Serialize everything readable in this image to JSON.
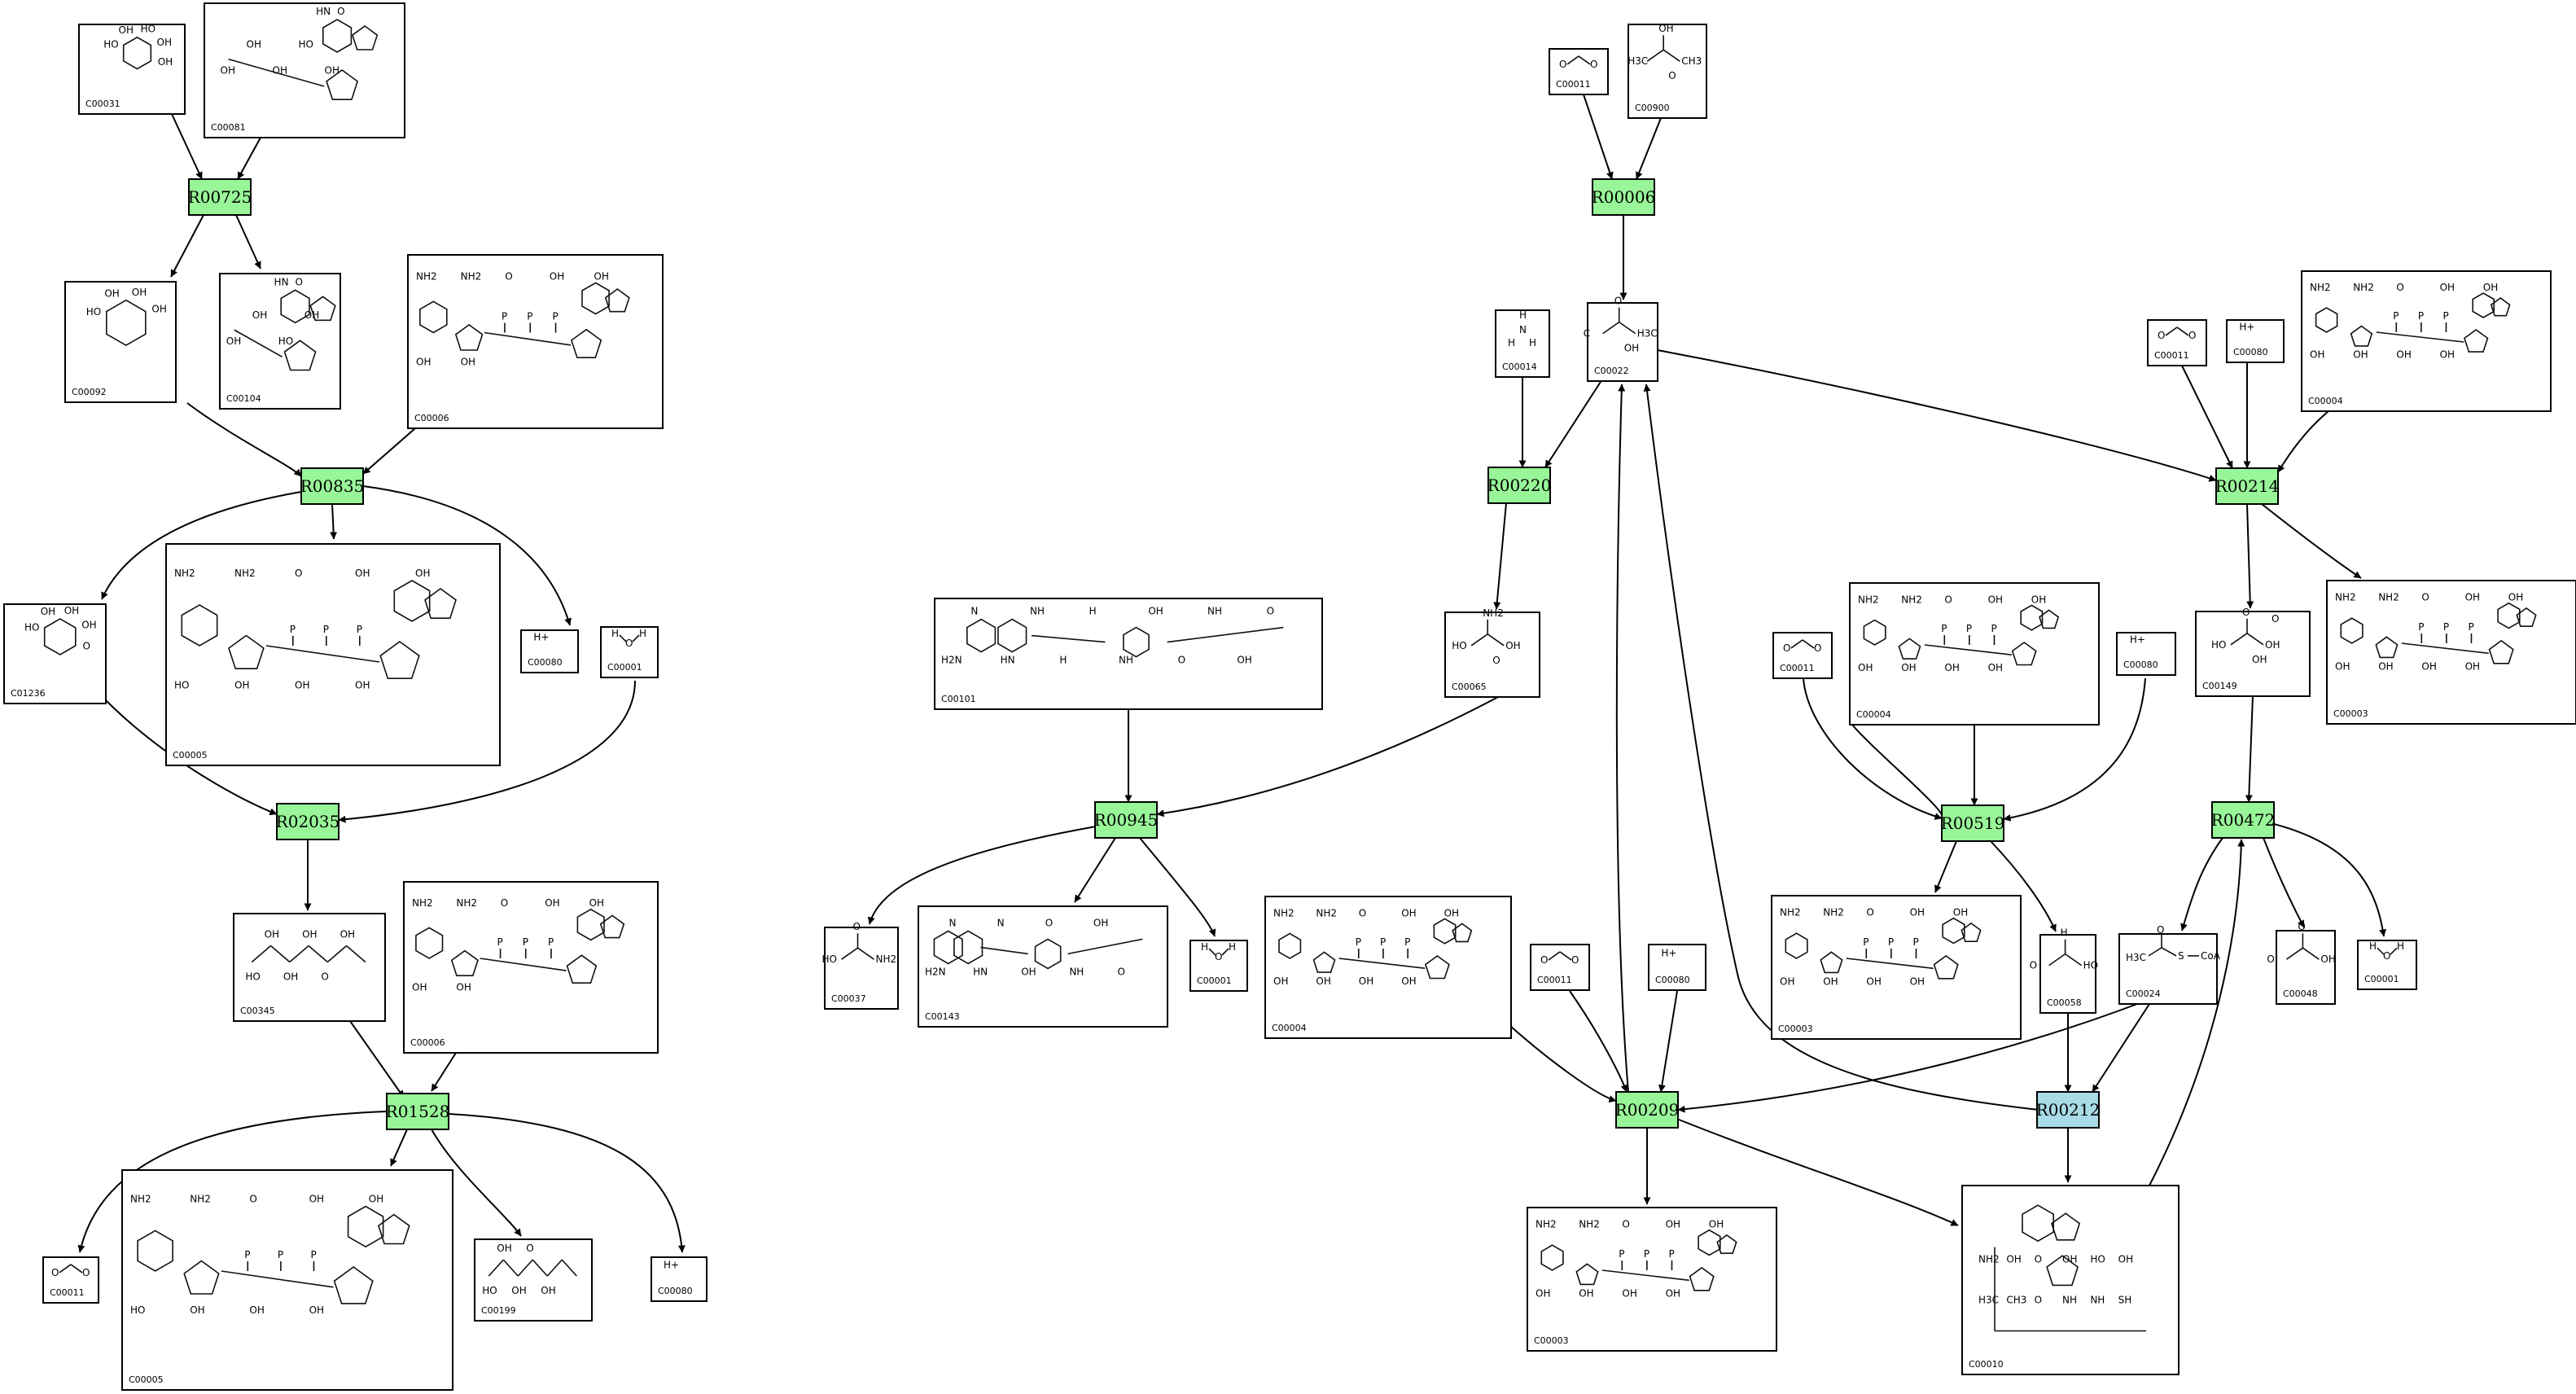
{
  "colors": {
    "reaction_fill": "#98f598",
    "reaction_alt_fill": "#a8dbe6",
    "box_stroke": "#000000",
    "edge": "#000000"
  },
  "reactions": [
    {
      "id": "R00725",
      "color": "green"
    },
    {
      "id": "R00835",
      "color": "green"
    },
    {
      "id": "R02035",
      "color": "green"
    },
    {
      "id": "R01528",
      "color": "green"
    },
    {
      "id": "R00006",
      "color": "green"
    },
    {
      "id": "R00220",
      "color": "green"
    },
    {
      "id": "R00945",
      "color": "green"
    },
    {
      "id": "R00209",
      "color": "green"
    },
    {
      "id": "R00214",
      "color": "green"
    },
    {
      "id": "R00519",
      "color": "green"
    },
    {
      "id": "R00472",
      "color": "green"
    },
    {
      "id": "R00212",
      "color": "blue"
    }
  ],
  "compounds": [
    {
      "key": "c31",
      "label": "C00031",
      "structure": "sugar",
      "atoms": [
        "HO",
        "OH",
        "HO",
        "OH",
        "OH"
      ]
    },
    {
      "key": "c81",
      "label": "C00081",
      "structure": "nucleotide",
      "atoms": [
        "HN",
        "O",
        "OH",
        "OH",
        "OH",
        "HO",
        "OH"
      ]
    },
    {
      "key": "c92",
      "label": "C00092",
      "structure": "sugar",
      "atoms": [
        "HO",
        "OH",
        "OH",
        "OH"
      ]
    },
    {
      "key": "c104",
      "label": "C00104",
      "structure": "nucleotide",
      "atoms": [
        "HN",
        "O",
        "OH",
        "OH",
        "HO",
        "OH"
      ]
    },
    {
      "key": "c6a",
      "label": "C00006",
      "structure": "big",
      "atoms": [
        "NH2",
        "NH2",
        "O",
        "OH",
        "OH",
        "OH",
        "OH"
      ]
    },
    {
      "key": "c1236",
      "label": "C01236",
      "structure": "sugar",
      "atoms": [
        "HO",
        "OH",
        "OH",
        "OH",
        "O"
      ]
    },
    {
      "key": "c5a",
      "label": "C00005",
      "structure": "big",
      "atoms": [
        "NH2",
        "NH2",
        "O",
        "OH",
        "OH",
        "HO",
        "OH",
        "OH",
        "OH"
      ]
    },
    {
      "key": "c80a",
      "label": "C00080",
      "structure": "text",
      "atoms": [
        "H+"
      ]
    },
    {
      "key": "c1a",
      "label": "C00001",
      "structure": "water",
      "atoms": [
        "H",
        "O",
        "H"
      ]
    },
    {
      "key": "c345",
      "label": "C00345",
      "structure": "chain",
      "atoms": [
        "HO",
        "OH",
        "OH",
        "OH",
        "O",
        "OH"
      ]
    },
    {
      "key": "c6b",
      "label": "C00006",
      "structure": "big",
      "atoms": [
        "NH2",
        "NH2",
        "O",
        "OH",
        "OH",
        "OH",
        "OH"
      ]
    },
    {
      "key": "c11a",
      "label": "C00011",
      "structure": "co2",
      "atoms": [
        "O",
        "C",
        "O"
      ]
    },
    {
      "key": "c5b",
      "label": "C00005",
      "structure": "big",
      "atoms": [
        "NH2",
        "NH2",
        "O",
        "OH",
        "OH",
        "HO",
        "OH",
        "OH",
        "OH"
      ]
    },
    {
      "key": "c199",
      "label": "C00199",
      "structure": "chain",
      "atoms": [
        "HO",
        "OH",
        "OH",
        "O",
        "OH"
      ]
    },
    {
      "key": "c80b",
      "label": "C00080",
      "structure": "text",
      "atoms": [
        "H+"
      ]
    },
    {
      "key": "c11b",
      "label": "C00011",
      "structure": "co2",
      "atoms": [
        "O",
        "C",
        "O"
      ]
    },
    {
      "key": "c900",
      "label": "C00900",
      "structure": "small",
      "atoms": [
        "H3C",
        "CH3",
        "OH",
        "O"
      ]
    },
    {
      "key": "c14",
      "label": "C00014",
      "structure": "nh3",
      "atoms": [
        "H",
        "N",
        "H",
        "H"
      ]
    },
    {
      "key": "c22",
      "label": "C00022",
      "structure": "small",
      "atoms": [
        "C",
        "H3C",
        "O",
        "OH"
      ]
    },
    {
      "key": "c65",
      "label": "C00065",
      "structure": "small",
      "atoms": [
        "HO",
        "OH",
        "NH2",
        "O"
      ]
    },
    {
      "key": "c101",
      "label": "C00101",
      "structure": "folate",
      "atoms": [
        "H2N",
        "N",
        "HN",
        "NH",
        "H",
        "H",
        "NH",
        "OH",
        "O",
        "NH",
        "OH",
        "O"
      ]
    },
    {
      "key": "c37",
      "label": "C00037",
      "structure": "small",
      "atoms": [
        "HO",
        "NH2",
        "O"
      ]
    },
    {
      "key": "c143",
      "label": "C00143",
      "structure": "folate",
      "atoms": [
        "H2N",
        "N",
        "HN",
        "N",
        "OH",
        "O",
        "NH",
        "OH",
        "O"
      ]
    },
    {
      "key": "c1b",
      "label": "C00001",
      "structure": "water",
      "atoms": [
        "H",
        "O",
        "H"
      ]
    },
    {
      "key": "c4a",
      "label": "C00004",
      "structure": "big",
      "atoms": [
        "NH2",
        "NH2",
        "O",
        "OH",
        "OH",
        "OH",
        "OH",
        "OH",
        "OH"
      ]
    },
    {
      "key": "c11c",
      "label": "C00011",
      "structure": "co2",
      "atoms": [
        "O",
        "C",
        "O"
      ]
    },
    {
      "key": "c80c",
      "label": "C00080",
      "structure": "text",
      "atoms": [
        "H+"
      ]
    },
    {
      "key": "c3a",
      "label": "C00003",
      "structure": "big",
      "atoms": [
        "NH2",
        "NH2",
        "O",
        "OH",
        "OH",
        "OH",
        "OH",
        "OH",
        "OH"
      ]
    },
    {
      "key": "c11d",
      "label": "C00011",
      "structure": "co2",
      "atoms": [
        "O",
        "C",
        "O"
      ]
    },
    {
      "key": "c80d",
      "label": "C00080",
      "structure": "text",
      "atoms": [
        "H+"
      ]
    },
    {
      "key": "c4b",
      "label": "C00004",
      "structure": "big",
      "atoms": [
        "NH2",
        "NH2",
        "O",
        "OH",
        "OH",
        "OH",
        "OH",
        "OH",
        "OH"
      ]
    },
    {
      "key": "c11e",
      "label": "C00011",
      "structure": "co2",
      "atoms": [
        "O",
        "C",
        "O"
      ]
    },
    {
      "key": "c4c",
      "label": "C00004",
      "structure": "big",
      "atoms": [
        "NH2",
        "NH2",
        "O",
        "OH",
        "OH",
        "OH",
        "OH",
        "OH",
        "OH"
      ]
    },
    {
      "key": "c80e",
      "label": "C00080",
      "structure": "text",
      "atoms": [
        "H+"
      ]
    },
    {
      "key": "c149",
      "label": "C00149",
      "structure": "small",
      "atoms": [
        "HO",
        "OH",
        "O",
        "OH",
        "O"
      ]
    },
    {
      "key": "c3b",
      "label": "C00003",
      "structure": "big",
      "atoms": [
        "NH2",
        "NH2",
        "O",
        "OH",
        "OH",
        "OH",
        "OH",
        "OH",
        "OH"
      ]
    },
    {
      "key": "c3c",
      "label": "C00003",
      "structure": "big",
      "atoms": [
        "NH2",
        "NH2",
        "O",
        "OH",
        "OH",
        "OH",
        "OH",
        "OH",
        "OH"
      ]
    },
    {
      "key": "c58",
      "label": "C00058",
      "structure": "small",
      "atoms": [
        "O",
        "HO",
        "H"
      ]
    },
    {
      "key": "c24",
      "label": "C00024",
      "structure": "acetylcoa",
      "atoms": [
        "H3C",
        "O",
        "S",
        "CoA"
      ]
    },
    {
      "key": "c48",
      "label": "C00048",
      "structure": "small",
      "atoms": [
        "O",
        "OH",
        "O"
      ]
    },
    {
      "key": "c1c",
      "label": "C00001",
      "structure": "water",
      "atoms": [
        "H",
        "O",
        "H"
      ]
    },
    {
      "key": "c3d",
      "label": "C00003",
      "structure": "big",
      "atoms": [
        "NH2",
        "NH2",
        "O",
        "OH",
        "OH",
        "OH",
        "OH",
        "OH",
        "OH"
      ]
    },
    {
      "key": "c10",
      "label": "C00010",
      "structure": "coa",
      "atoms": [
        "NH2",
        "OH",
        "O",
        "OH",
        "HO",
        "OH",
        "H3C",
        "CH3",
        "O",
        "NH",
        "NH",
        "SH"
      ]
    }
  ]
}
